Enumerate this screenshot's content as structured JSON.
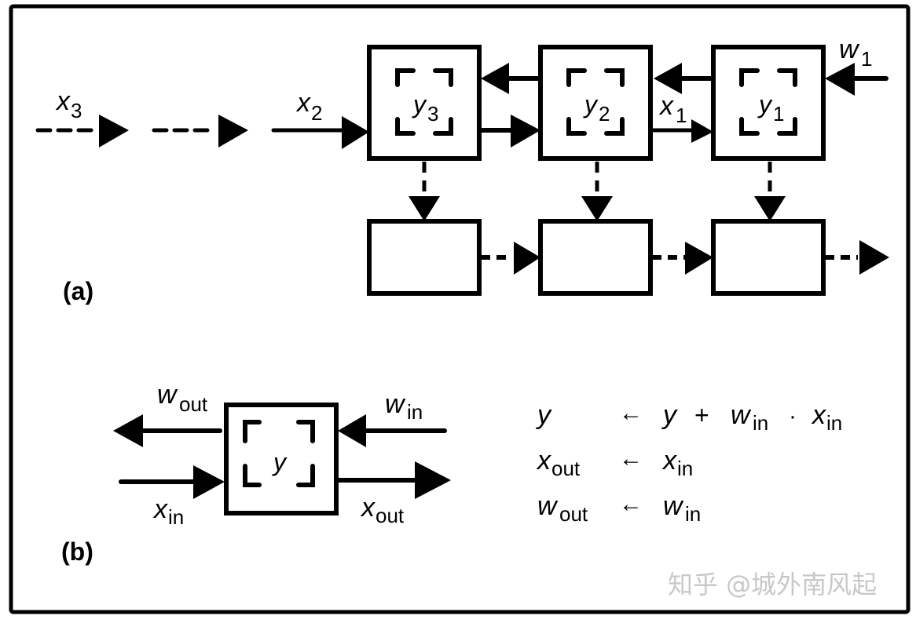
{
  "figure": {
    "panel_a_label": "(a)",
    "panel_b_label": "(b)",
    "watermark": "知乎 @城外南风起"
  },
  "panel_a": {
    "inputs": {
      "x3": {
        "base": "x",
        "sub": "3"
      },
      "x2": {
        "base": "x",
        "sub": "2"
      },
      "x1": {
        "base": "x",
        "sub": "1"
      },
      "w1": {
        "base": "w",
        "sub": "1"
      }
    },
    "cells": [
      {
        "base": "y",
        "sub": "3"
      },
      {
        "base": "y",
        "sub": "2"
      },
      {
        "base": "y",
        "sub": "1"
      }
    ]
  },
  "panel_b": {
    "cell": {
      "base": "y"
    },
    "w_out": {
      "base": "w",
      "sub": "out"
    },
    "w_in": {
      "base": "w",
      "sub": "in"
    },
    "x_in": {
      "base": "x",
      "sub": "in"
    },
    "x_out": {
      "base": "x",
      "sub": "out"
    },
    "equations": [
      {
        "lhs": {
          "base": "y",
          "sub": ""
        },
        "arrow": "←",
        "rhs": [
          {
            "base": "y",
            "sub": ""
          },
          {
            "op": "+"
          },
          {
            "base": "w",
            "sub": "in"
          },
          {
            "op": "·"
          },
          {
            "base": "x",
            "sub": "in"
          }
        ]
      },
      {
        "lhs": {
          "base": "x",
          "sub": "out"
        },
        "arrow": "←",
        "rhs": [
          {
            "base": "x",
            "sub": "in"
          }
        ]
      },
      {
        "lhs": {
          "base": "w",
          "sub": "out"
        },
        "arrow": "←",
        "rhs": [
          {
            "base": "w",
            "sub": "in"
          }
        ]
      }
    ]
  }
}
